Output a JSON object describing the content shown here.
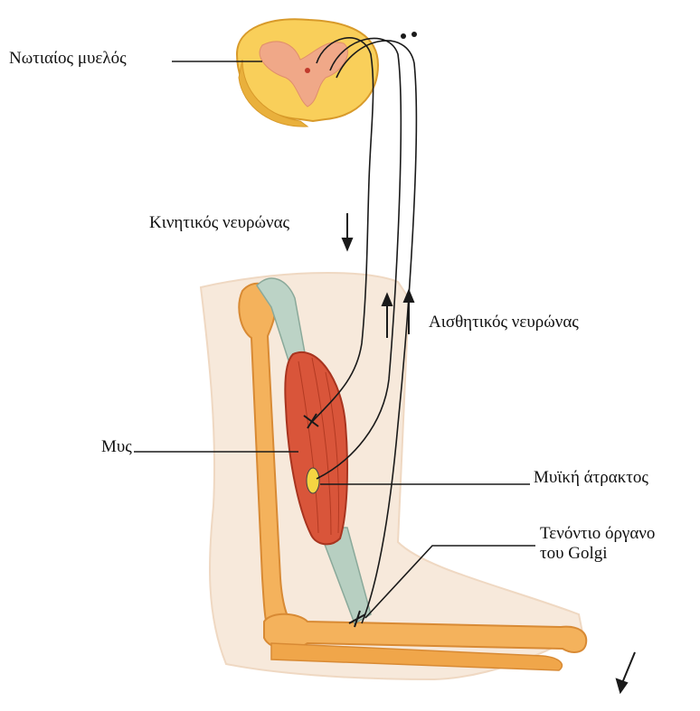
{
  "labels": {
    "spinal_cord": "Νωτιαίος μυελός",
    "motor_neuron": "Κινητικός νευρώνας",
    "sensory_neuron": "Αισθητικός νευρώνας",
    "muscle": "Μυς",
    "muscle_spindle": "Μυϊκή άτρακτος",
    "golgi_line1": "Τενόντιο όργανο",
    "golgi_line2": "του Golgi"
  },
  "colors": {
    "skin": "#f6e7d8",
    "bone": "#f3b15a",
    "muscle": "#d9553a",
    "tendon": "#b7cfc1",
    "spinal_white": "#f9cf5a",
    "spinal_grey": "#f0a888",
    "nerve": "#1a1a1a"
  }
}
